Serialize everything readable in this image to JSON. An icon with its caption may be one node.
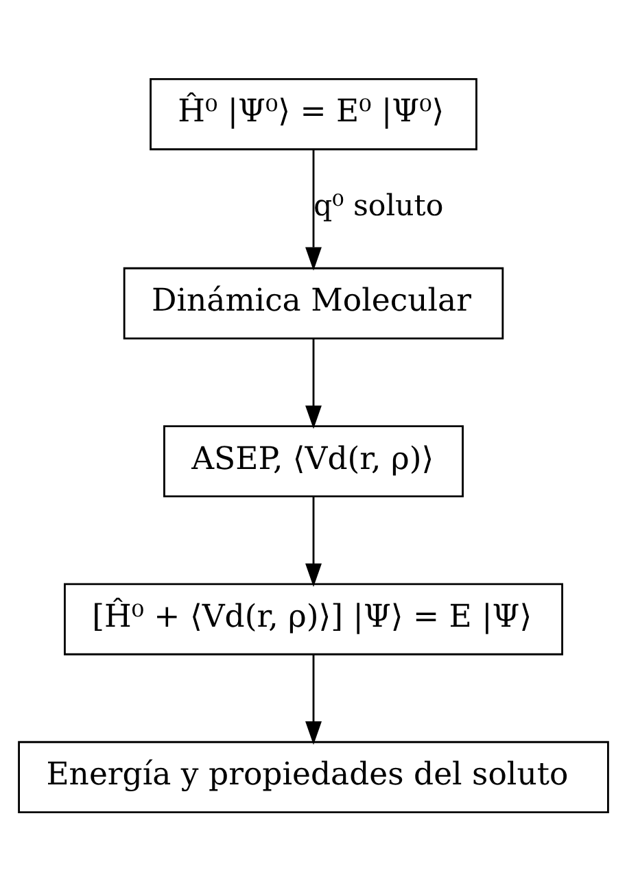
{
  "diagram": {
    "nodes": [
      {
        "text": [
          "Ĥ⁰ |Ψ⁰⟩ = E⁰ |Ψ⁰⟩"
        ]
      },
      {
        "text": [
          "Dinámica Molecular"
        ]
      },
      {
        "text": [
          "ASEP, ⟨Vd(r, ρ)⟩"
        ]
      },
      {
        "text": [
          "[Ĥ⁰ + ⟨Vd(r, ρ)⟩] |Ψ⟩ = E |Ψ⟩"
        ]
      },
      {
        "text": [
          "Energía y propiedades del soluto"
        ]
      }
    ],
    "edges": [
      {
        "from": 0,
        "to": 1,
        "arrow": "to",
        "label": "q⁰ soluto"
      },
      {
        "from": 1,
        "to": 2,
        "arrow": "to"
      },
      {
        "from": 2,
        "to": 3,
        "arrow": "to"
      },
      {
        "from": 3,
        "to": 4,
        "arrow": "to"
      }
    ]
  }
}
